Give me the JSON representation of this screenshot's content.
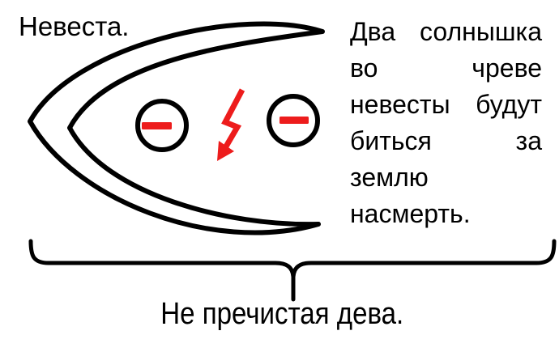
{
  "slide": {
    "title_left": "Невеста.",
    "right_note": {
      "full_text": "Два солнышка во чреве невесты будут биться за землю насмерть.",
      "lines": [
        [
          "Два",
          "солнышка"
        ],
        [
          "во",
          "чреве"
        ],
        [
          "невесты",
          "будут"
        ],
        [
          "биться",
          "за"
        ],
        [
          "землю"
        ],
        [
          "насмерть."
        ]
      ]
    },
    "bottom_caption": "Не пречистая дева."
  },
  "icons": {
    "crescent": "crescent-moon-open-right",
    "left_sun": "circle-with-minus",
    "right_sun": "circle-with-minus",
    "conflict": "lightning-arrow-down",
    "grouping": "horizontal-curly-brace-down"
  },
  "colors": {
    "ink": "#000000",
    "accent_red": "#ed1c1c",
    "background": "#ffffff"
  }
}
